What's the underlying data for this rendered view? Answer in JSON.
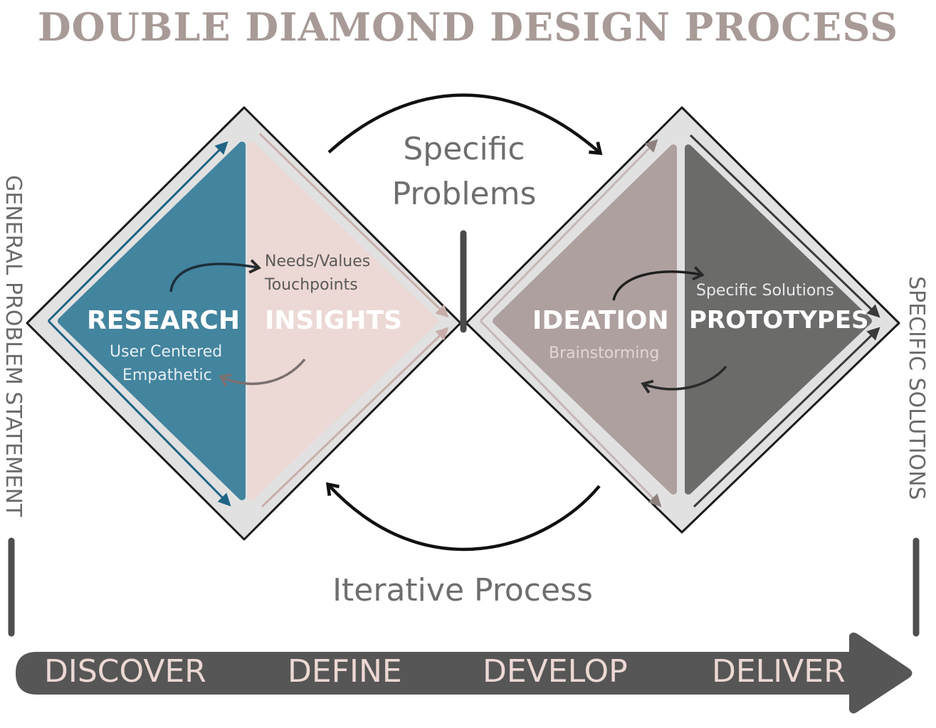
{
  "title": "DOUBLE DIAMOND DESIGN PROCESS",
  "left_side_label": "GENERAL PROBLEM STATEMENT",
  "right_side_label": "SPECIFIC SOLUTIONS",
  "middle_top": {
    "line1": "Specific",
    "line2": "Problems"
  },
  "middle_bottom": "Iterative Process",
  "quadrants": {
    "research": {
      "title": "RESEARCH",
      "sub1": "User Centered",
      "sub2": "Empathetic"
    },
    "insights": {
      "title": "INSIGHTS",
      "sub1": "Needs/Values",
      "sub2": "Touchpoints"
    },
    "ideation": {
      "title": "IDEATION",
      "sub1": "Brainstorming"
    },
    "prototypes": {
      "title": "PROTOTYPES",
      "sub1": "Specific Solutions"
    }
  },
  "phases": [
    "DISCOVER",
    "DEFINE",
    "DEVELOP",
    "DELIVER"
  ],
  "colors": {
    "title": "#a89a96",
    "research": "#43849e",
    "insights": "#ecd8d4",
    "ideation": "#aea09f",
    "prototypes": "#6b6b6a",
    "diamond_frame": "#e0e0e0",
    "phase_bar": "#565656",
    "phase_text": "#ecd8d4"
  }
}
